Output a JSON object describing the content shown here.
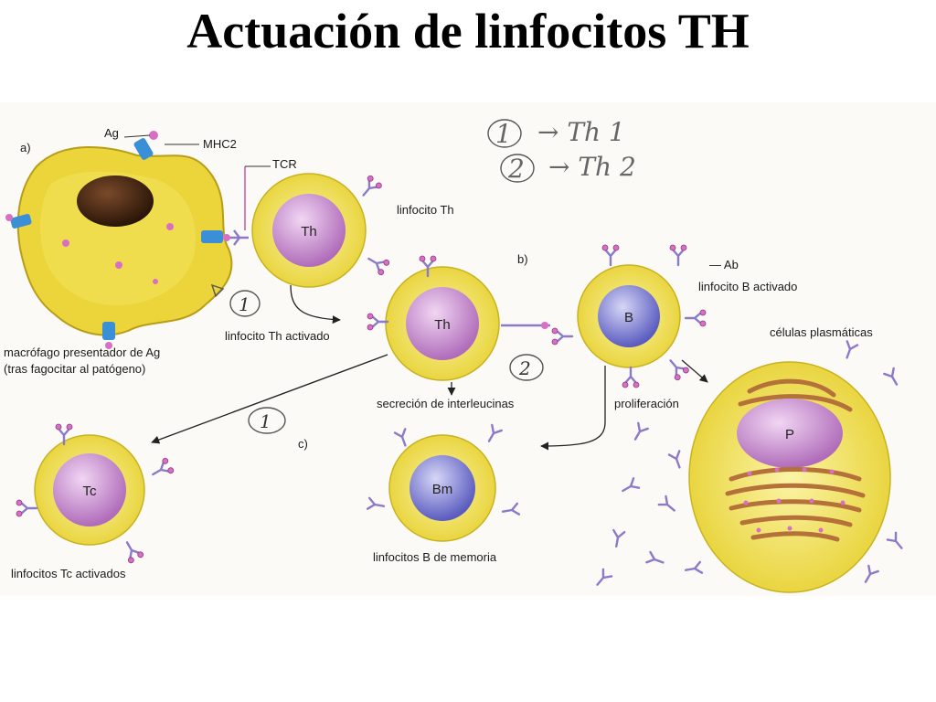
{
  "title": "Actuación de linfocitos TH",
  "labels": {
    "part_a": "a)",
    "part_b": "b)",
    "part_c": "c)",
    "ag": "Ag",
    "mhc2": "MHC2",
    "tcr": "TCR",
    "linfocito_th": "linfocito Th",
    "linfocito_th_activado": "linfocito Th activado",
    "macrofago_line1": "macrófago presentador de Ag",
    "macrofago_line2": "(tras fagocitar al patógeno)",
    "secrecion": "secreción de interleucinas",
    "ab": "— Ab",
    "linfocito_b_activado": "linfocito B activado",
    "celulas_plasmaticas": "células plasmáticas",
    "proliferacion": "proliferación",
    "linfocitos_tc_activados": "linfocitos Tc activados",
    "linfocitos_b_memoria": "linfocitos B de memoria"
  },
  "cells": {
    "th1": "Th",
    "th2": "Th",
    "b": "B",
    "tc": "Tc",
    "bm": "Bm",
    "p": "P"
  },
  "handwritten": {
    "note1_num": "1",
    "note1_text": "→ Th 1",
    "note2_num": "2",
    "note2_text": "→ Th 2",
    "mark1": "1",
    "mark2": "2",
    "mark3": "1"
  },
  "colors": {
    "membrane": "#f2e04a",
    "membrane_edge": "#c9b21e",
    "th_nucleus": "#c98bd0",
    "b_nucleus": "#6e6fc9",
    "macrophage": "#ecd53a",
    "receptor": "#a08ad6",
    "mhc": "#3b8fd6"
  }
}
